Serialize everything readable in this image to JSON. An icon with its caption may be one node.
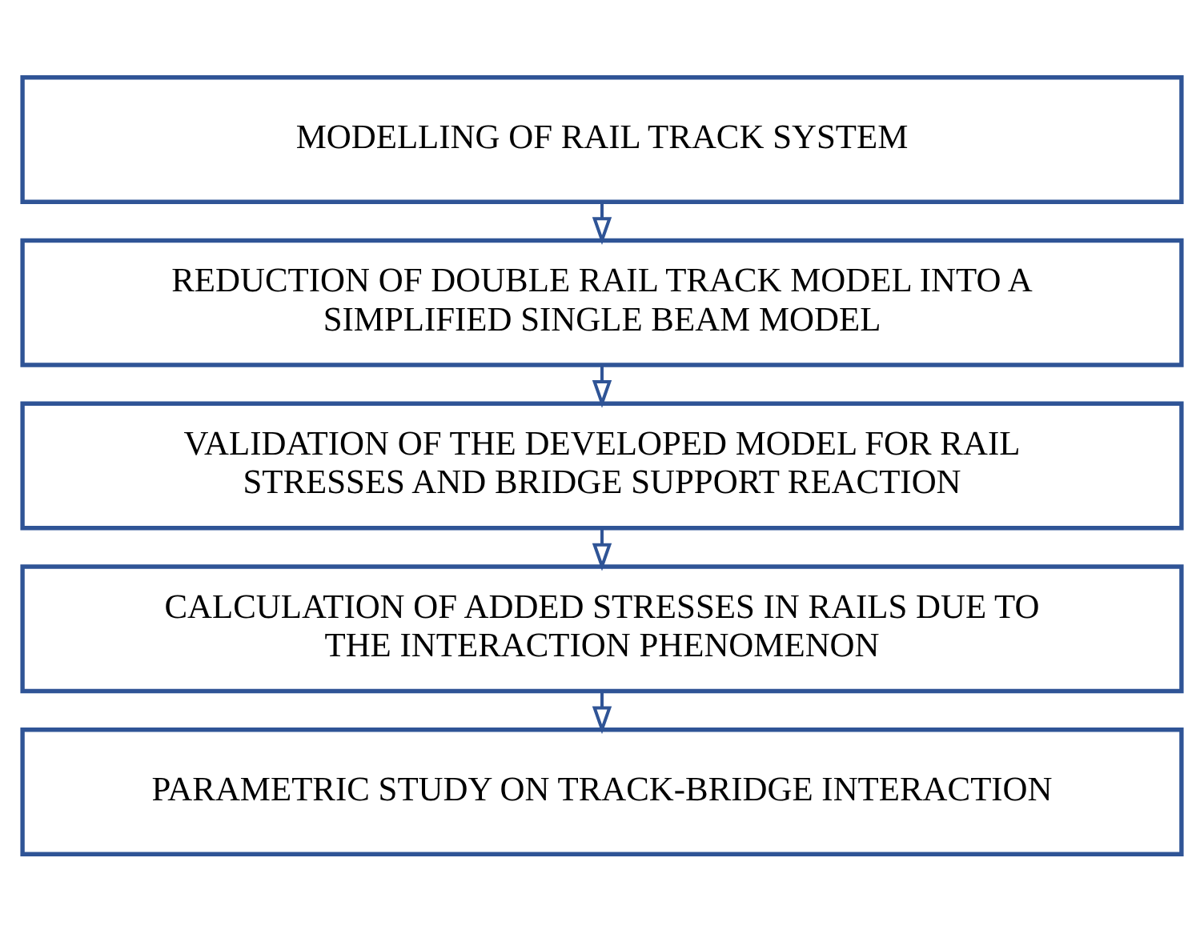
{
  "diagram": {
    "nodes": [
      {
        "text": [
          "MODELLING OF RAIL TRACK SYSTEM"
        ]
      },
      {
        "text": [
          "REDUCTION OF DOUBLE RAIL TRACK MODEL INTO A SIMPLIFIED SINGLE BEAM MODEL"
        ]
      },
      {
        "text": [
          "VALIDATION OF THE DEVELOPED MODEL FOR RAIL STRESSES AND BRIDGE SUPPORT REACTION"
        ]
      },
      {
        "text": [
          "CALCULATION OF ADDED STRESSES IN RAILS DUE TO THE INTERACTION PHENOMENON"
        ]
      },
      {
        "text": [
          "PARAMETRIC STUDY ON TRACK-BRIDGE INTERACTION"
        ]
      }
    ],
    "edges": [
      {
        "from": 0,
        "to": 1,
        "arrow": "to"
      },
      {
        "from": 1,
        "to": 2,
        "arrow": "to"
      },
      {
        "from": 2,
        "to": 3,
        "arrow": "to"
      },
      {
        "from": 3,
        "to": 4,
        "arrow": "to"
      }
    ]
  }
}
